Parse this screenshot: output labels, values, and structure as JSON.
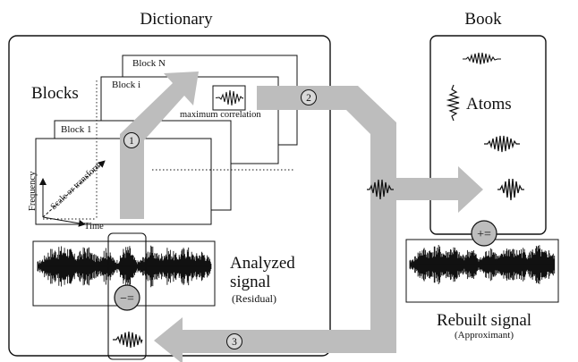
{
  "titles": {
    "dictionary": "Dictionary",
    "book": "Book"
  },
  "labels": {
    "blocks": "Blocks",
    "block_n": "Block N",
    "block_i": "Block i",
    "block_1": "Block 1",
    "max_corr": "maximum correlation",
    "atoms": "Atoms",
    "frequency": "Frequency",
    "time": "Time",
    "scale": "Scale or transform",
    "analyzed_1": "Analyzed",
    "analyzed_2": "signal",
    "residual": "(Residual)",
    "rebuilt": "Rebuilt signal",
    "approximant": "(Approximant)",
    "minus_eq": "−=",
    "plus_eq": "+="
  },
  "steps": [
    "1",
    "2",
    "3"
  ],
  "colors": {
    "arrow": "#bdbdbd",
    "line": "#111111"
  }
}
